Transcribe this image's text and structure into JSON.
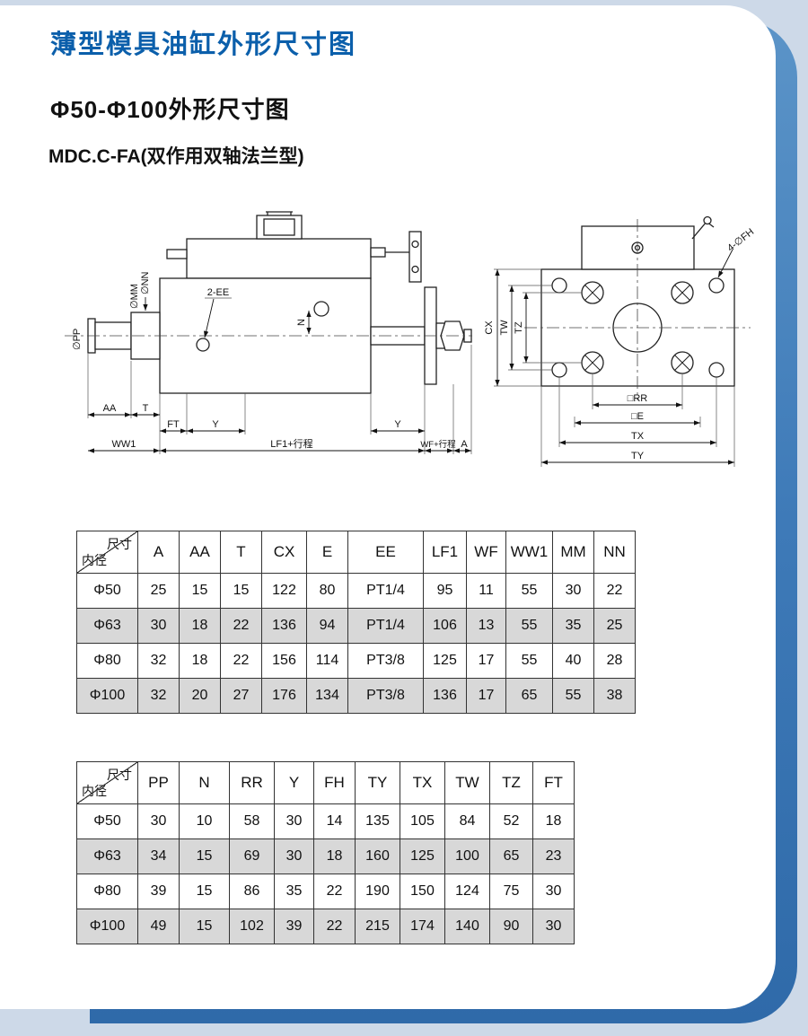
{
  "page": {
    "title": "薄型模具油缸外形尺寸图",
    "subtitle": "Φ50-Φ100外形尺寸图",
    "model": "MDC.C-FA(双作用双轴法兰型)"
  },
  "colors": {
    "title_blue": "#0b5fab",
    "edge_blue": "#3e7ab8",
    "page_bg": "#cdd9e8",
    "row_alt_grey": "#d8d8d8"
  },
  "drawing_side": {
    "labels": {
      "nn": "∅NN",
      "mm": "∅MM",
      "pp": "∅PP",
      "aa": "AA",
      "t": "T",
      "ft": "FT",
      "y1": "Y",
      "y2": "Y",
      "ww1": "WW1",
      "lf1": "LF1+行程",
      "wf": "WF+行程",
      "a": "A",
      "ee": "2-EE",
      "n": "N"
    }
  },
  "drawing_front": {
    "labels": {
      "cx": "CX",
      "tw": "TW",
      "tz": "TZ",
      "fh": "4-∅FH",
      "rr": "□RR",
      "e": "□E",
      "tx": "TX",
      "ty": "TY"
    }
  },
  "table1": {
    "corner_top": "尺寸",
    "corner_bottom": "内径",
    "headers": [
      "A",
      "AA",
      "T",
      "CX",
      "E",
      "EE",
      "LF1",
      "WF",
      "WW1",
      "MM",
      "NN"
    ],
    "rows": [
      {
        "label": "Φ50",
        "v": [
          "25",
          "15",
          "15",
          "122",
          "80",
          "PT1/4",
          "95",
          "11",
          "55",
          "30",
          "22"
        ]
      },
      {
        "label": "Φ63",
        "v": [
          "30",
          "18",
          "22",
          "136",
          "94",
          "PT1/4",
          "106",
          "13",
          "55",
          "35",
          "25"
        ]
      },
      {
        "label": "Φ80",
        "v": [
          "32",
          "18",
          "22",
          "156",
          "114",
          "PT3/8",
          "125",
          "17",
          "55",
          "40",
          "28"
        ]
      },
      {
        "label": "Φ100",
        "v": [
          "32",
          "20",
          "27",
          "176",
          "134",
          "PT3/8",
          "136",
          "17",
          "65",
          "55",
          "38"
        ]
      }
    ]
  },
  "table2": {
    "corner_top": "尺寸",
    "corner_bottom": "内径",
    "headers": [
      "PP",
      "N",
      "RR",
      "Y",
      "FH",
      "TY",
      "TX",
      "TW",
      "TZ",
      "FT"
    ],
    "rows": [
      {
        "label": "Φ50",
        "v": [
          "30",
          "10",
          "58",
          "30",
          "14",
          "135",
          "105",
          "84",
          "52",
          "18"
        ]
      },
      {
        "label": "Φ63",
        "v": [
          "34",
          "15",
          "69",
          "30",
          "18",
          "160",
          "125",
          "100",
          "65",
          "23"
        ]
      },
      {
        "label": "Φ80",
        "v": [
          "39",
          "15",
          "86",
          "35",
          "22",
          "190",
          "150",
          "124",
          "75",
          "30"
        ]
      },
      {
        "label": "Φ100",
        "v": [
          "49",
          "15",
          "102",
          "39",
          "22",
          "215",
          "174",
          "140",
          "90",
          "30"
        ]
      }
    ]
  }
}
